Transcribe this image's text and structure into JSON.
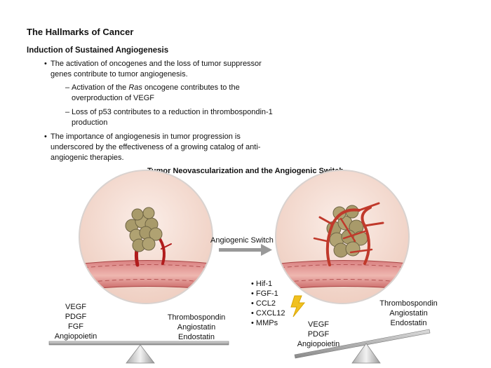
{
  "slide": {
    "title": "The Hallmarks of Cancer",
    "section_heading": "Induction of Sustained Angiogenesis",
    "bullets": [
      "The activation of oncogenes and the loss of tumor suppressor genes contribute to tumor angiogenesis.",
      "The importance of angiogenesis in tumor progression is underscored by the effectiveness of a growing catalog of anti-angiogenic therapies."
    ],
    "sub_bullets": {
      "ras_prefix": "Activation of the ",
      "ras_italic": "Ras",
      "ras_suffix": " oncogene contributes to the overproduction of VEGF",
      "p53": "Loss of p53 contributes to a reduction in thrombospondin-1 production"
    }
  },
  "diagram": {
    "title": "Tumor Neovascularization and the Angiogenic Switch",
    "switch_label": "Angiogenic Switch",
    "left_pro": [
      "VEGF",
      "PDGF",
      "FGF",
      "Angiopoietin"
    ],
    "left_anti": [
      "Thrombospondin",
      "Angiostatin",
      "Endostatin"
    ],
    "factors": [
      "Hif-1",
      "FGF-1",
      "CCL2",
      "CXCL12",
      "MMPs"
    ],
    "right_pro": [
      "VEGF",
      "PDGF",
      "Angiopoietin"
    ],
    "right_anti": [
      "Thrombospondin",
      "Angiostatin",
      "Endostatin"
    ],
    "icons": {
      "switch_arrow": "right-arrow-icon",
      "signal": "lightning-bolt-icon"
    },
    "colors": {
      "vessel": "#c0392b",
      "tumor": "#a89a6a",
      "circle_fill": "#f6e3da",
      "arrow": "#999999",
      "bolt": "#f0c020"
    }
  }
}
